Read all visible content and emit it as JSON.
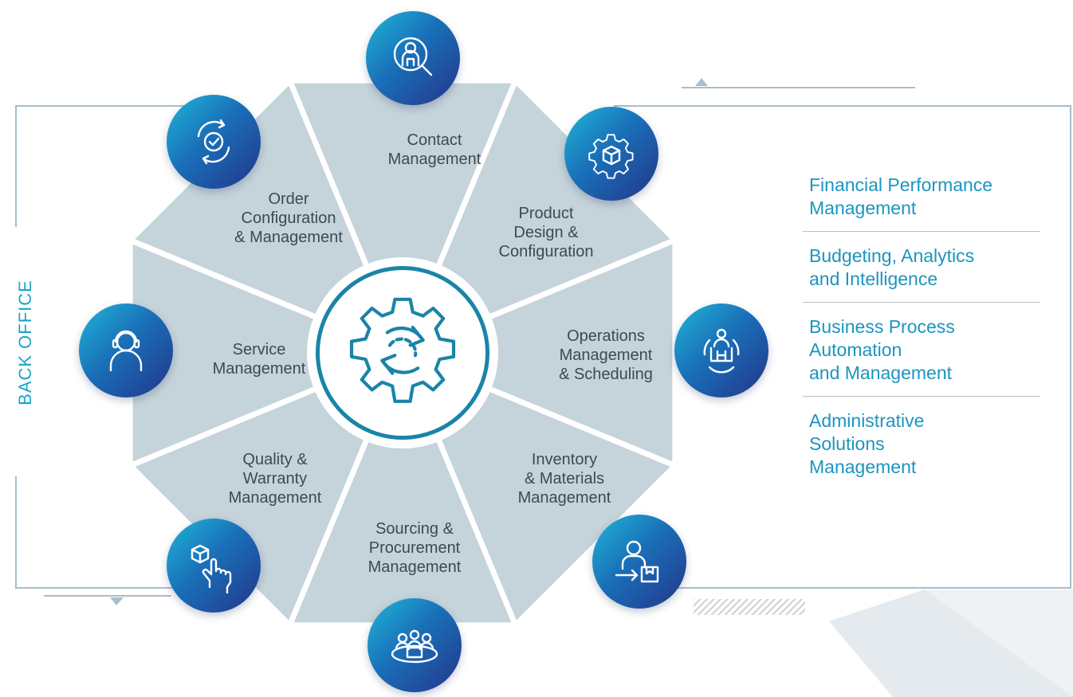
{
  "back_office_label": "BACK OFFICE",
  "center": {
    "icon": "gear-refresh-icon"
  },
  "segments": [
    {
      "key": "contact",
      "label": "Contact\nManagement",
      "icon": "person-search-icon"
    },
    {
      "key": "product",
      "label": "Product\nDesign &\nConfiguration",
      "icon": "gear-box-icon"
    },
    {
      "key": "operations",
      "label": "Operations\nManagement\n& Scheduling",
      "icon": "person-gear-icon"
    },
    {
      "key": "inventory",
      "label": "Inventory\n& Materials\nManagement",
      "icon": "person-box-arrow-icon"
    },
    {
      "key": "sourcing",
      "label": "Sourcing &\nProcurement\nManagement",
      "icon": "team-meeting-icon"
    },
    {
      "key": "quality",
      "label": "Quality &\nWarranty\nManagement",
      "icon": "hand-box-icon"
    },
    {
      "key": "service",
      "label": "Service\nManagement",
      "icon": "headset-person-icon"
    },
    {
      "key": "order",
      "label": "Order\nConfiguration\n& Management",
      "icon": "cycle-check-icon"
    }
  ],
  "right_items": [
    {
      "label": "Financial Performance\nManagement"
    },
    {
      "label": "Budgeting, Analytics\nand Intelligence"
    },
    {
      "label": "Business Process\nAutomation\nand Management"
    },
    {
      "label": "Administrative\nSolutions\nManagement"
    }
  ],
  "colors": {
    "segment_fill": "#c5d3da",
    "accent": "#1ba3c9",
    "ring": "#1a84a8",
    "frame": "#a9bec8"
  }
}
